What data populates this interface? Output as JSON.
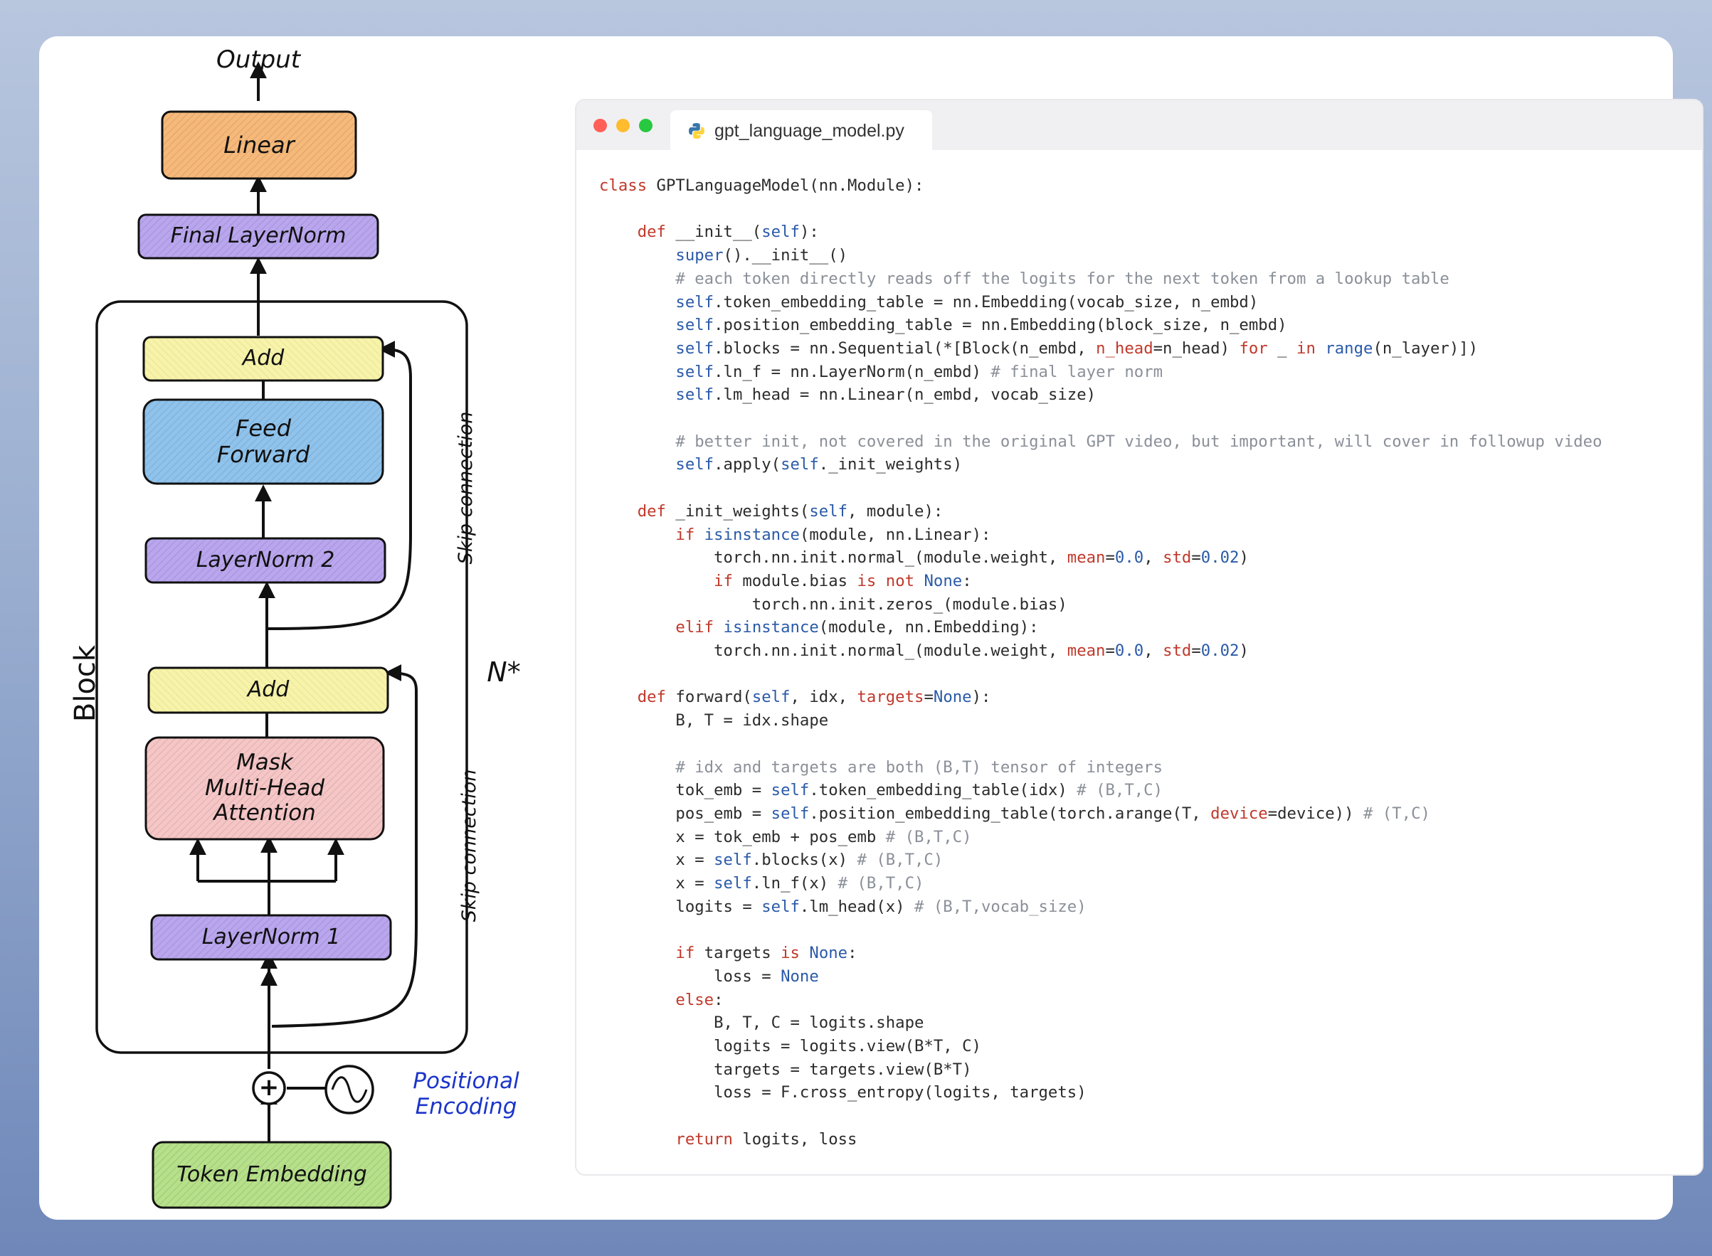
{
  "diagram": {
    "output_label": "Output",
    "linear": "Linear",
    "final_layernorm": "Final LayerNorm",
    "add_top": "Add",
    "feed_forward": [
      "Feed",
      "Forward"
    ],
    "layernorm2": "LayerNorm 2",
    "add_bottom": "Add",
    "attention": [
      "Mask",
      "Multi-Head",
      "Attention"
    ],
    "layernorm1": "LayerNorm 1",
    "token_embedding": "Token Embedding",
    "positional_encoding": [
      "Positional",
      "Encoding"
    ],
    "skip_connection": "Skip connection",
    "block_label": "Block",
    "n_label": "N*",
    "plus_symbol": "+",
    "colors": {
      "linear": "#f6b97a",
      "layernorm": "#b9a6ee",
      "add": "#f7f3a8",
      "feed_forward": "#8fc3ec",
      "attention": "#f6c6c6",
      "token_embedding": "#b6e08a",
      "positional_text": "#1b35c9"
    }
  },
  "editor": {
    "filename": "gpt_language_model.py",
    "file_icon": "python-icon",
    "window_controls": [
      "close-dot",
      "minimize-dot",
      "zoom-dot"
    ],
    "dot_colors": [
      "#ff5f57",
      "#febc2e",
      "#28c840"
    ]
  },
  "code": [
    "class GPTLanguageModel(nn.Module):",
    "",
    "    def __init__(self):",
    "        super().__init__()",
    "        # each token directly reads off the logits for the next token from a lookup table",
    "        self.token_embedding_table = nn.Embedding(vocab_size, n_embd)",
    "        self.position_embedding_table = nn.Embedding(block_size, n_embd)",
    "        self.blocks = nn.Sequential(*[Block(n_embd, n_head=n_head) for _ in range(n_layer)])",
    "        self.ln_f = nn.LayerNorm(n_embd) # final layer norm",
    "        self.lm_head = nn.Linear(n_embd, vocab_size)",
    "",
    "        # better init, not covered in the original GPT video, but important, will cover in followup video",
    "        self.apply(self._init_weights)",
    "",
    "    def _init_weights(self, module):",
    "        if isinstance(module, nn.Linear):",
    "            torch.nn.init.normal_(module.weight, mean=0.0, std=0.02)",
    "            if module.bias is not None:",
    "                torch.nn.init.zeros_(module.bias)",
    "        elif isinstance(module, nn.Embedding):",
    "            torch.nn.init.normal_(module.weight, mean=0.0, std=0.02)",
    "",
    "    def forward(self, idx, targets=None):",
    "        B, T = idx.shape",
    "",
    "        # idx and targets are both (B,T) tensor of integers",
    "        tok_emb = self.token_embedding_table(idx) # (B,T,C)",
    "        pos_emb = self.position_embedding_table(torch.arange(T, device=device)) # (T,C)",
    "        x = tok_emb + pos_emb # (B,T,C)",
    "        x = self.blocks(x) # (B,T,C)",
    "        x = self.ln_f(x) # (B,T,C)",
    "        logits = self.lm_head(x) # (B,T,vocab_size)",
    "",
    "        if targets is None:",
    "            loss = None",
    "        else:",
    "            B, T, C = logits.shape",
    "            logits = logits.view(B*T, C)",
    "            targets = targets.view(B*T)",
    "            loss = F.cross_entropy(logits, targets)",
    "",
    "        return logits, loss"
  ]
}
